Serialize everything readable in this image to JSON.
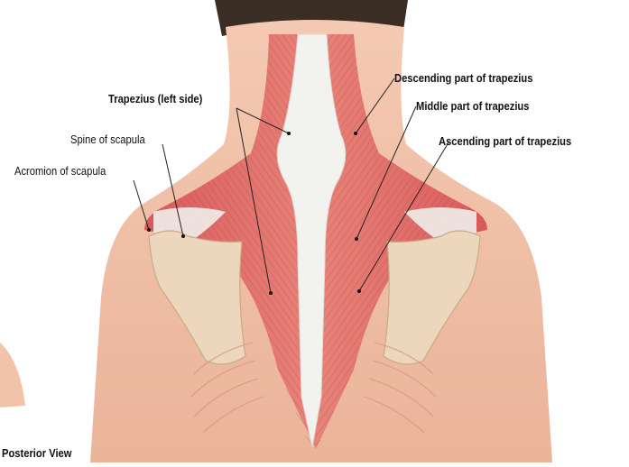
{
  "figure": {
    "view_label": "Posterior View",
    "labels": {
      "trapezius_left": "Trapezius (left side)",
      "spine_of_scapula": "Spine of scapula",
      "acromion_of_scapula": "Acromion of scapula",
      "descending_part": "Descending part of trapezius",
      "middle_part": "Middle part of trapezius",
      "ascending_part": "Ascending part of trapezius"
    }
  }
}
